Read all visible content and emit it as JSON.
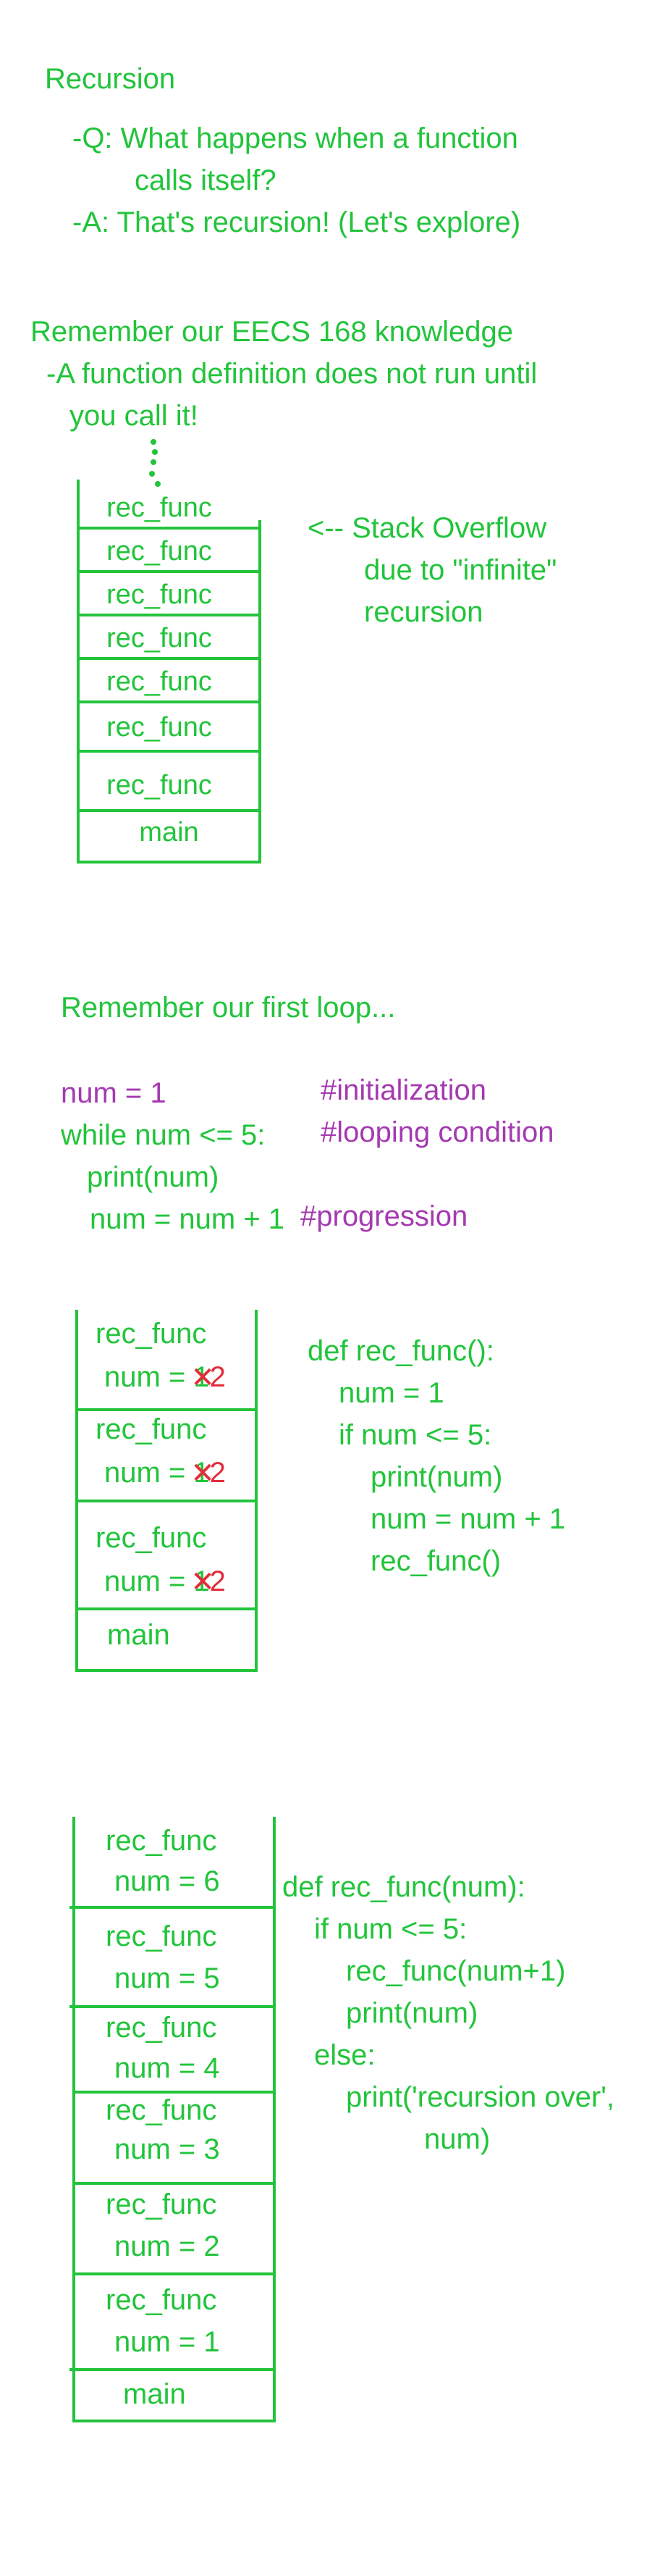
{
  "section1": {
    "title": "Recursion",
    "q_line1": "-Q: What happens when a function",
    "q_line2": "calls itself?",
    "a_line": "-A: That's recursion! (Let's explore)"
  },
  "section2": {
    "line1": "Remember our EECS 168 knowledge",
    "line2": "-A function definition does not run until",
    "line3": "you call it!",
    "stack": {
      "frames": [
        "rec_func",
        "rec_func",
        "rec_func",
        "rec_func",
        "rec_func",
        "rec_func",
        "rec_func"
      ],
      "base": "main"
    },
    "note_line1": "<-- Stack Overflow",
    "note_line2": "due to \"infinite\"",
    "note_line3": "recursion"
  },
  "section3": {
    "title": "Remember our first loop...",
    "code": [
      {
        "code": "num = 1",
        "comment": "#initialization"
      },
      {
        "code": "while num <= 5:",
        "comment": "#looping condition"
      },
      {
        "code": "print(num)",
        "comment": ""
      },
      {
        "code": "num = num + 1",
        "comment": "#progression"
      }
    ]
  },
  "section4": {
    "frames": [
      {
        "name": "rec_func",
        "var": "num = ",
        "old": "1",
        "new": "2"
      },
      {
        "name": "rec_func",
        "var": "num = ",
        "old": "1",
        "new": "2"
      },
      {
        "name": "rec_func",
        "var": "num = ",
        "old": "1",
        "new": "2"
      }
    ],
    "base": "main",
    "code": [
      "def rec_func():",
      "num = 1",
      "if num <= 5:",
      "print(num)",
      "num = num + 1",
      "rec_func()"
    ]
  },
  "section5": {
    "frames": [
      {
        "name": "rec_func",
        "var": "num = 6"
      },
      {
        "name": "rec_func",
        "var": "num = 5"
      },
      {
        "name": "rec_func",
        "var": "num = 4"
      },
      {
        "name": "rec_func",
        "var": "num = 3"
      },
      {
        "name": "rec_func",
        "var": "num = 2"
      },
      {
        "name": "rec_func",
        "var": "num = 1"
      }
    ],
    "base": "main",
    "code": [
      "def rec_func(num):",
      "if num <= 5:",
      "rec_func(num+1)",
      "print(num)",
      "else:",
      "print('recursion over',",
      "num)"
    ]
  },
  "colors": {
    "green": "#22c43b",
    "purple": "#a43ab0",
    "red": "#e32d3a"
  }
}
